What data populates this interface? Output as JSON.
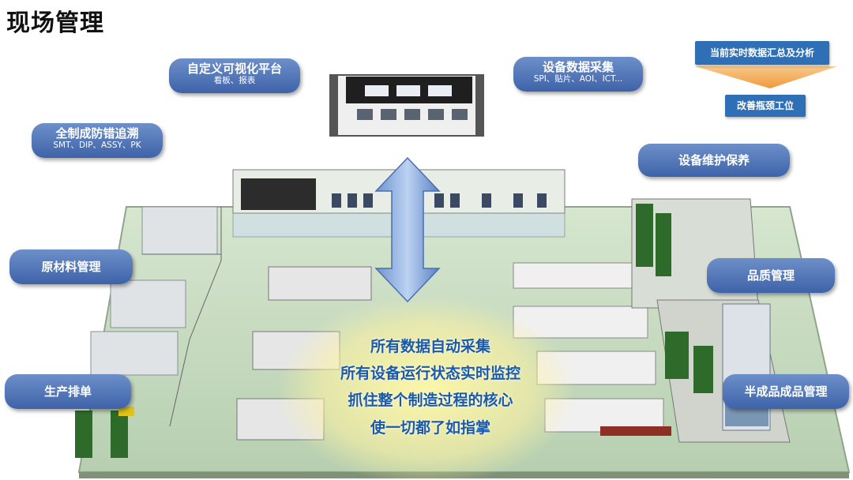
{
  "page_title": "现场管理",
  "analysis_panel": {
    "top_label": "当前实时数据汇总及分析",
    "bottom_label": "改善瓶颈工位",
    "colors": {
      "box": "#2f6fb6",
      "arrow": "#f3a34a"
    }
  },
  "callouts": {
    "visual_platform": {
      "main": "自定义可视化平台",
      "sub": "看板、报表"
    },
    "equipment_data": {
      "main": "设备数据采集",
      "sub": "SPI、贴片、AOI、ICT..."
    },
    "full_traceability": {
      "main": "全制成防错追溯",
      "sub": "SMT、DIP、ASSY、PK"
    },
    "equipment_maintenance": {
      "main": "设备维护保养"
    },
    "raw_materials": {
      "main": "原材料管理"
    },
    "quality": {
      "main": "品质管理"
    },
    "production_schedule": {
      "main": "生产排单"
    },
    "wip_finished": {
      "main": "半成品成品管理"
    }
  },
  "slogans": [
    "所有数据自动采集",
    "所有设备运行状态实时监控",
    "抓住整个制造过程的核心",
    "使一切都了如指掌"
  ],
  "colors": {
    "pill_top": "#6d8fc9",
    "pill_bottom": "#3e63a8",
    "floor": "#c9dcc0",
    "slogan_text": "#1b5aa8",
    "highlight": "#fff5a0"
  }
}
